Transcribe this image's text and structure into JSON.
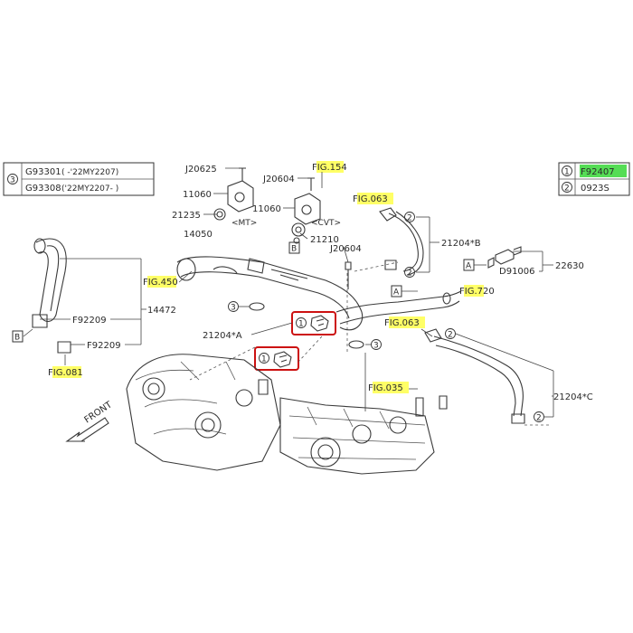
{
  "legend_left": {
    "marker": "3",
    "rows": [
      {
        "code": "G93301",
        "range": "( -'22MY2207)"
      },
      {
        "code": "G93308",
        "range": "('22MY2207- )"
      }
    ]
  },
  "legend_right": {
    "rows": [
      {
        "marker": "1",
        "code": "F92407"
      },
      {
        "marker": "2",
        "code": "0923S"
      }
    ]
  },
  "fig_refs": {
    "fig154": {
      "prefix": "F",
      "hl": "IG.15",
      "suffix": "4"
    },
    "fig063a": {
      "prefix": "F",
      "hl": "IG.063",
      "suffix": ""
    },
    "fig450": {
      "prefix": "F",
      "hl": "IG.45",
      "suffix": "0"
    },
    "fig720": {
      "prefix": "F",
      "hl": "IG.7",
      "suffix": "20"
    },
    "fig063b": {
      "prefix": "F",
      "hl": "IG.063",
      "suffix": ""
    },
    "fig081": {
      "prefix": "F",
      "hl": "IG.08",
      "suffix": "1"
    },
    "fig035": {
      "prefix": "F",
      "hl": "IG.035",
      "suffix": ""
    }
  },
  "labels": {
    "j20625": "J20625",
    "j20604a": "J20604",
    "j20604b": "J20604",
    "p11060a": "11060",
    "p11060b": "11060",
    "p21235": "21235",
    "mt": "<MT>",
    "cvt": "<CVT>",
    "p21210": "21210",
    "p14050": "14050",
    "p21204b": "21204*B",
    "p21204a": "21204*A",
    "p21204c": "21204*C",
    "p14472": "14472",
    "f92209a": "F92209",
    "f92209b": "F92209",
    "d91006": "D91006",
    "p22630": "22630",
    "front": "FRONT"
  },
  "markers": {
    "b1": "B",
    "b2": "B",
    "a1": "A",
    "a2": "A",
    "c3a": "3",
    "c3b": "3",
    "c2a": "2",
    "c2b": "2",
    "c2c": "2",
    "c2d": "2",
    "c1a": "1",
    "c1b": "1"
  },
  "colors": {
    "highlight_yellow": "#ffff66",
    "highlight_green": "#55dd55",
    "callout_red": "#cc1111"
  }
}
